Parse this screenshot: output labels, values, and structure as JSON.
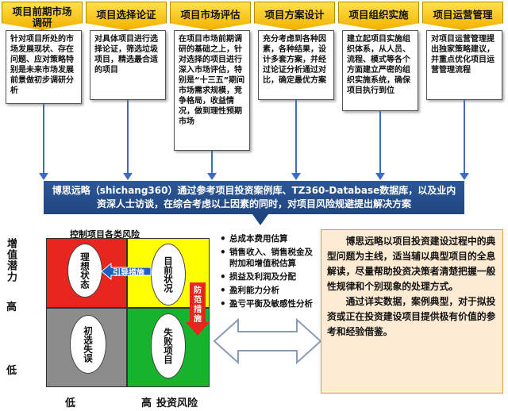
{
  "phases": [
    {
      "title": "项目前期市场调研",
      "body": "针对项目所处的市场发展现状、存在问题、应对策略特别是未来市场发展前景做初步调研分析"
    },
    {
      "title": "项目选择论证",
      "body": "对具体项目进行选择论证，筛选垃圾项目，精选最合适的项目"
    },
    {
      "title": "项目市场评估",
      "body": "在项目市场前期调研的基础之上，针对选择的项目进行深入市场评估，特别是“十三五”期间市场需求规模，竞争格局，收益情况，做到理性预期市场"
    },
    {
      "title": "项目方案设计",
      "body": "充分考虑到各种因素，各种结果，设计多套方案，并经过论证分析通过对比，确定最优方案"
    },
    {
      "title": "项目组织实施",
      "body": "建立起项目实施组织体系，从人员、流程、模式等各个方面建立严密的组织实施系统，确保项目执行到位"
    },
    {
      "title": "项目运营管理",
      "body": "对项目运营管理提出独家策略建议，并重点优化项目运营管理流程"
    }
  ],
  "banner": {
    "line1": "博思远略（shichang360）通过参考项目投资案例库、TZ360-Database数据库，以及业内",
    "line2": "资深人士访谈，在综合考虑以上因素的同时，对项目风险规避提出解决方案"
  },
  "matrix": {
    "title": "控制项目各类风险",
    "y_axis": {
      "label": "增值潜力",
      "high": "高",
      "low": "低"
    },
    "x_axis": {
      "low": "低",
      "high": "高",
      "label": "投资风险"
    },
    "quadrants": {
      "top_left": "理想状态",
      "top_right": "目前状况",
      "bottom_left": "初选失误",
      "bottom_right": "失败项目"
    },
    "guide_arrow": "引导措施",
    "prevent_arrow": "防范措施",
    "colors": {
      "top_left": "#e9251f",
      "top_right": "#ffff00",
      "bottom_left": "#8c8c8c",
      "bottom_right": "#17b32c",
      "arrow_blue": "#1f5fbf",
      "arrow_red": "#e9251f"
    }
  },
  "bullets": [
    "总成本费用估算",
    "销售收入、销售税金及附加和增值税估算",
    "损益及利润及分配",
    "盈利能力分析",
    "盈亏平衡及敏感性分析"
  ],
  "textbox": {
    "p1": "博思远略以项目投资建设过程中的典型问题为主线，适当辅以典型项目的全息解读，尽量帮助投资决策者清楚把握一般性规律和个别现象的处理方式。",
    "p2": "通过详实数据，案例典型，对于拟投资或正在投资建设项目提供极有价值的参考和经验借鉴。"
  }
}
